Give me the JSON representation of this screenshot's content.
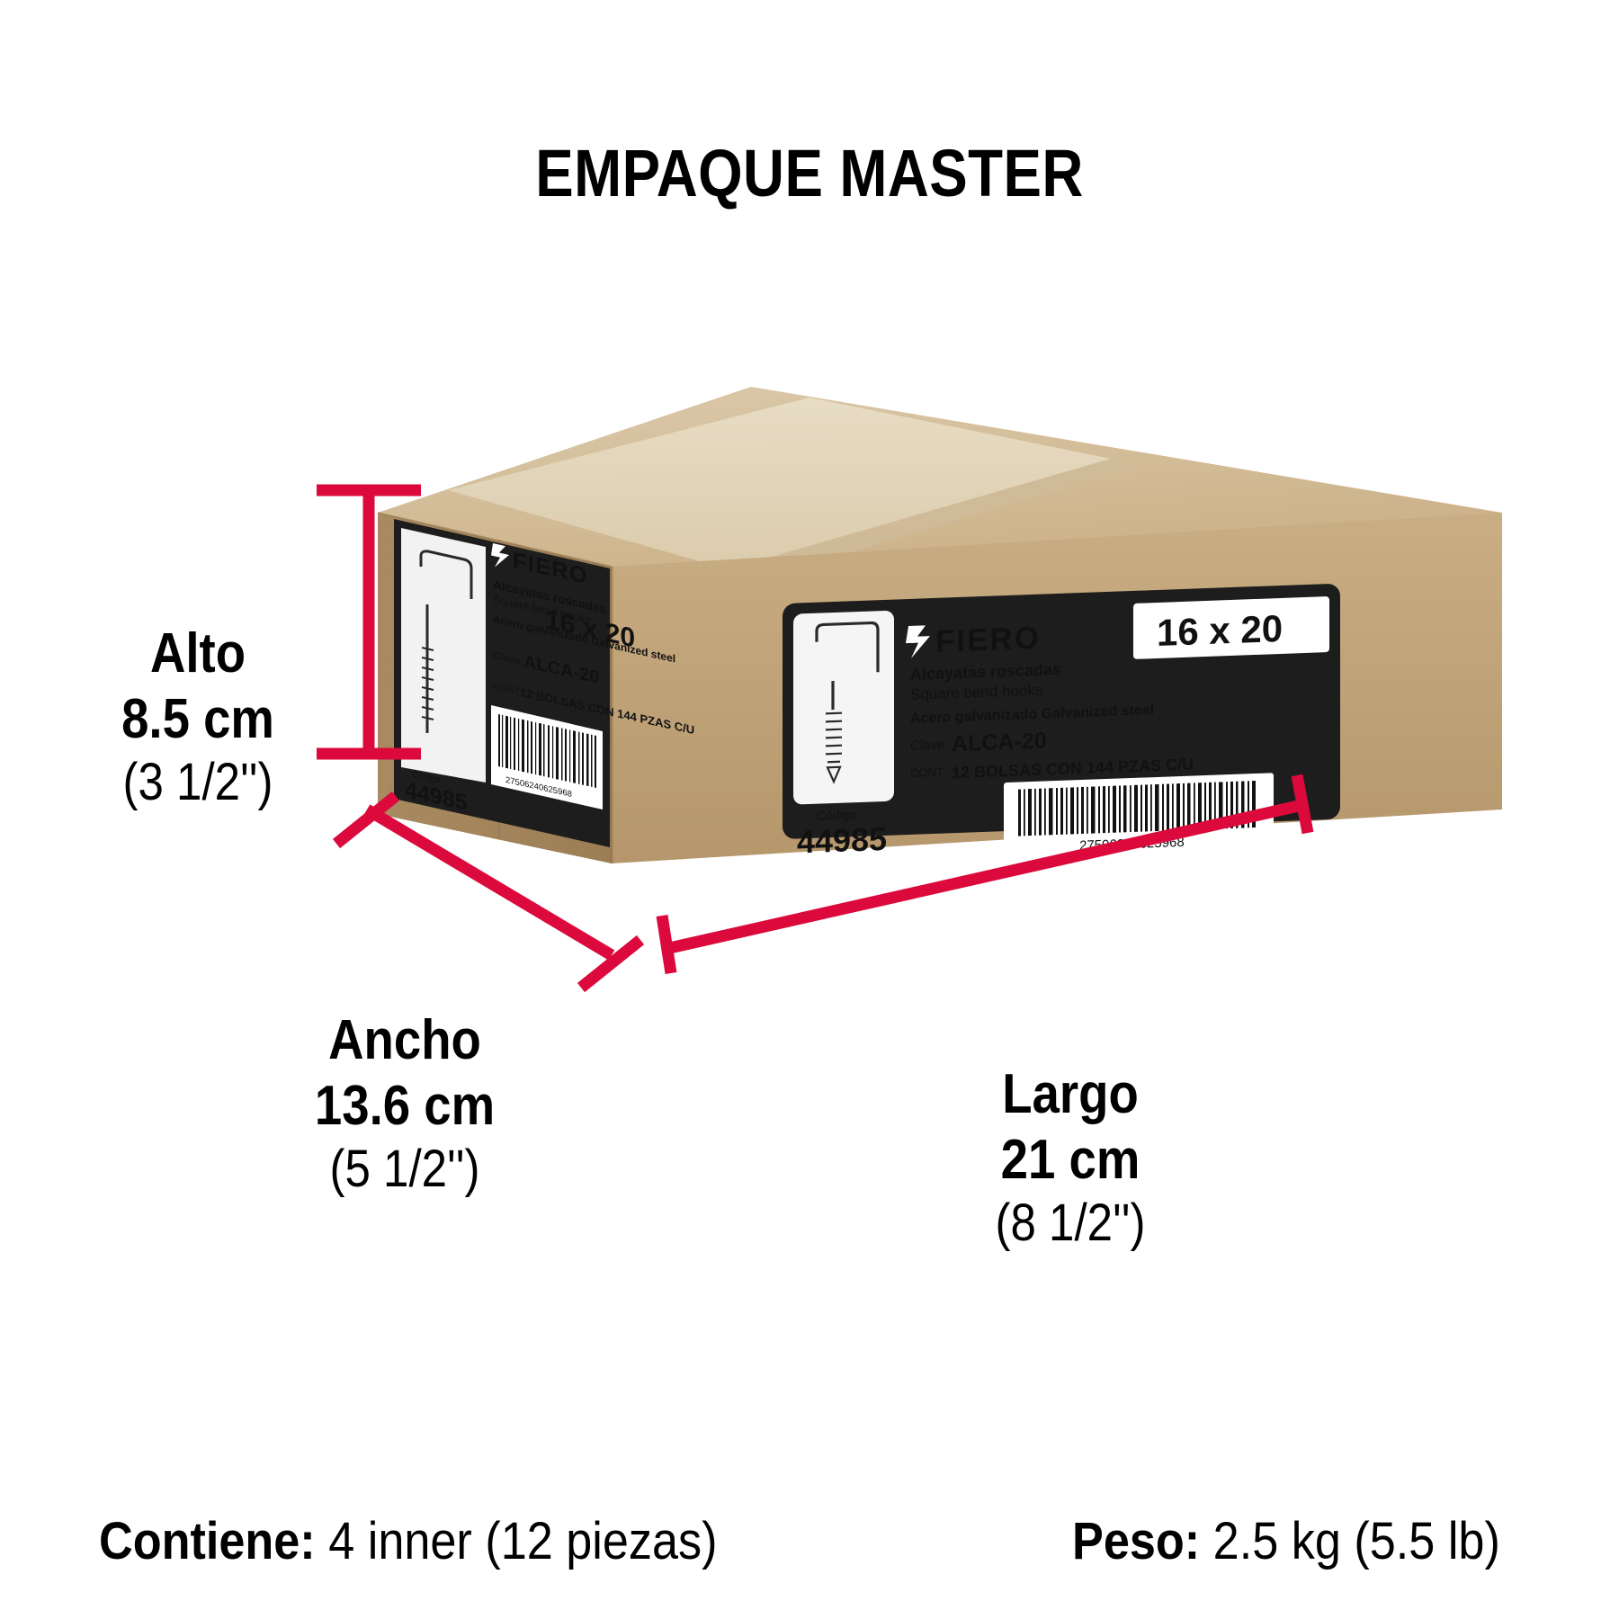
{
  "title": "EMPAQUE MASTER",
  "colors": {
    "dimension_red": "#DC0A3C",
    "cardboard_front": "#C4A57B",
    "cardboard_side": "#A98A60",
    "cardboard_top": "#D9C4A2",
    "tape": "#E2D6BC",
    "label_black": "#1A1A1A",
    "label_white": "#FFFFFF",
    "text_black": "#000000"
  },
  "dimensions": {
    "height": {
      "name": "Alto",
      "metric": "8.5 cm",
      "imperial": "(3 1/2'')"
    },
    "width": {
      "name": "Ancho",
      "metric": "13.6 cm",
      "imperial": "(5 1/2'')"
    },
    "length": {
      "name": "Largo",
      "metric": "21 cm",
      "imperial": "(8 1/2'')"
    }
  },
  "footer": {
    "contiene_label": "Contiene:",
    "contiene_value": "4 inner (12 piezas)",
    "peso_label": "Peso:",
    "peso_value": "2.5 kg (5.5 lb)"
  },
  "product_label": {
    "brand": "FIERO",
    "product_es": "Alcayatas roscadas",
    "product_en": "Square bend hooks",
    "material": "Acero galvanizado Galvanized steel",
    "size": "16 x 20",
    "clave_label": "Clave:",
    "clave_value": "ALCA-20",
    "cont_label": "CONT.:",
    "cont_value": "12 BOLSAS CON 144 PZAS C/U",
    "barcode_number": "27506240625968",
    "codigo_label": "Código",
    "codigo_value": "44985"
  }
}
